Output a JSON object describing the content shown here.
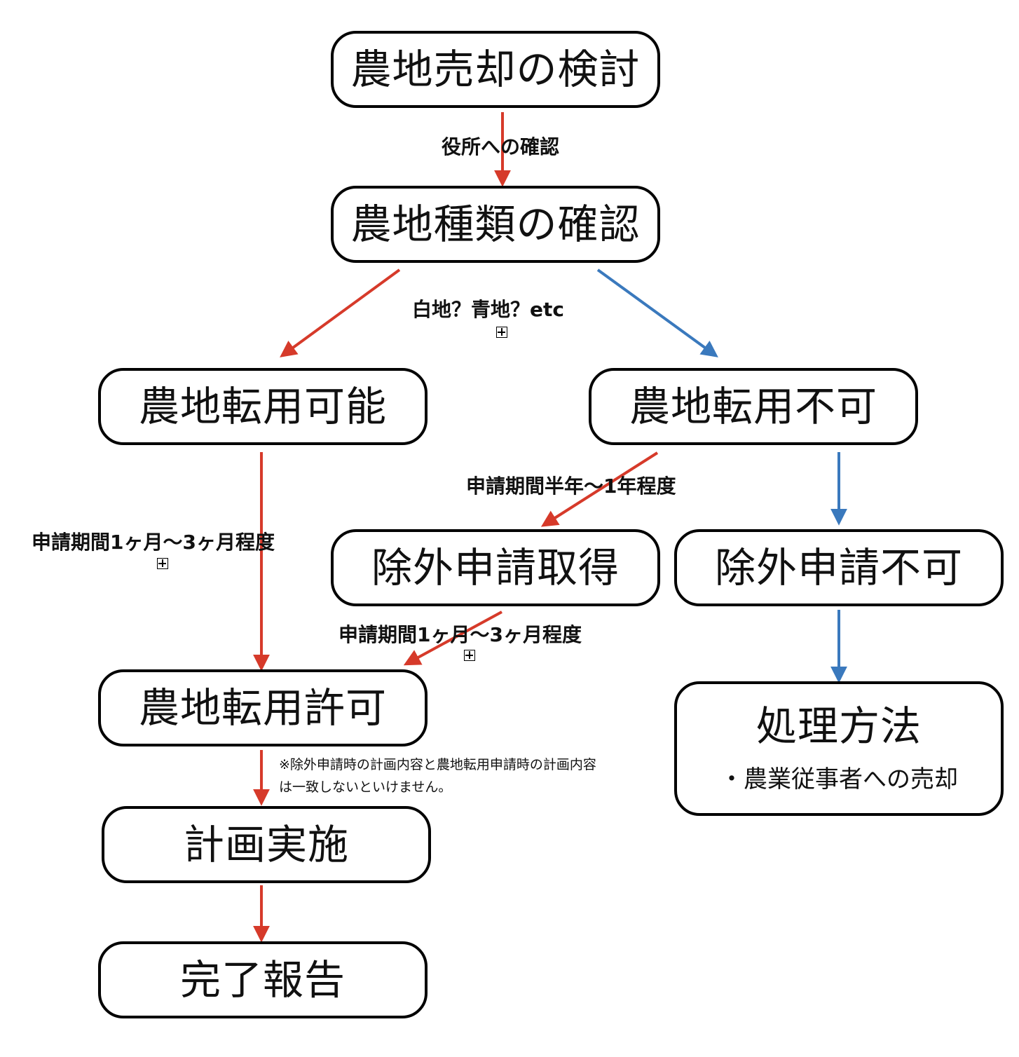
{
  "colors": {
    "red": "#d63a2a",
    "blue": "#3a79bd",
    "border": "#000000"
  },
  "nodes": {
    "sale_review": "農地売却の検討",
    "type_check": "農地種類の確認",
    "conversion_possible": "農地転用可能",
    "conversion_impossible": "農地転用不可",
    "exclusion_obtained": "除外申請取得",
    "exclusion_impossible": "除外申請不可",
    "conversion_permit": "農地転用許可",
    "disposal_method": "処理方法",
    "disposal_sub": "・農業従事者への売却",
    "plan_execution": "計画実施",
    "completion_report": "完了報告"
  },
  "labels": {
    "office_check": "役所への確認",
    "land_types": "白地？青地？etc",
    "period_half_to_one_year": "申請期間半年〜1年程度",
    "period_left": "申請期間1ヶ月〜3ヶ月程度",
    "period_middle": "申請期間1ヶ月〜3ヶ月程度"
  },
  "note": {
    "line1": "※除外申請時の計画内容と農地転用申請時の計画内容",
    "line2": "は一致しないといけません。"
  },
  "edges": [
    {
      "id": "sale-to-type",
      "color": "red"
    },
    {
      "id": "type-to-possible",
      "color": "red"
    },
    {
      "id": "type-to-impossible",
      "color": "blue"
    },
    {
      "id": "possible-to-permit",
      "color": "red"
    },
    {
      "id": "impossible-to-exclusion",
      "color": "red"
    },
    {
      "id": "impossible-to-exclusion-impossible",
      "color": "blue"
    },
    {
      "id": "exclusion-to-permit",
      "color": "red"
    },
    {
      "id": "exclusion-impossible-to-disposal",
      "color": "blue"
    },
    {
      "id": "permit-to-plan",
      "color": "red"
    },
    {
      "id": "plan-to-report",
      "color": "red"
    }
  ]
}
